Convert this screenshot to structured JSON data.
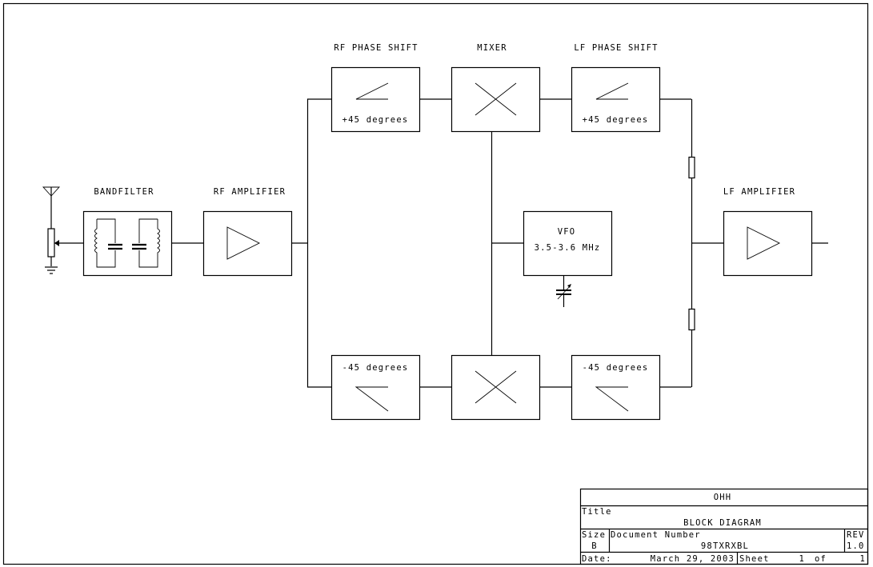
{
  "diagram": {
    "blocks": {
      "bandfilter": {
        "label": "BANDFILTER"
      },
      "rf_amplifier": {
        "label": "RF AMPLIFIER"
      },
      "rf_phase_shift_top": {
        "heading": "RF PHASE SHIFT",
        "caption": "+45 degrees"
      },
      "mixer_top": {
        "heading": "MIXER"
      },
      "lf_phase_shift_top": {
        "heading": "LF PHASE SHIFT",
        "caption": "+45 degrees"
      },
      "vfo": {
        "name": "VFO",
        "range": "3.5-3.6 MHz"
      },
      "rf_phase_shift_bottom": {
        "caption": "-45 degrees"
      },
      "lf_phase_shift_bottom": {
        "caption": "-45 degrees"
      },
      "lf_amplifier": {
        "label": "LF AMPLIFIER"
      }
    },
    "symbols": [
      "antenna-icon",
      "potentiometer-icon",
      "ground-icon",
      "lc-tank-icon",
      "amplifier-triangle-icon",
      "mixer-x-icon",
      "phase-shift-icon",
      "variable-capacitor-icon",
      "resistor-icon"
    ]
  },
  "title_block": {
    "company": "OHH",
    "title_label": "Title",
    "title": "BLOCK DIAGRAM",
    "size_label": "Size",
    "size": "B",
    "doc_number_label": "Document Number",
    "doc_number": "98TXRXBL",
    "rev_label": "REV",
    "rev": "1.0",
    "date_label": "Date:",
    "date": "March 29, 2003",
    "sheet_label": "Sheet",
    "sheet": "1",
    "of_label": "of",
    "sheet_total": "1"
  }
}
